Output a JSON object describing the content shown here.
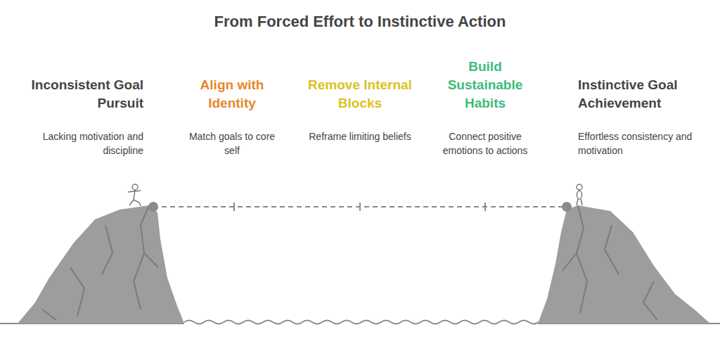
{
  "diagram": {
    "title": "From Forced Effort to Instinctive Action",
    "labels": [
      "Inconsistent Goal Pursuit",
      "Lacking motivation and discipline",
      "Align with Identity",
      "Match goals to core self",
      "Remove Internal Blocks",
      "Reframe limiting beliefs",
      "Build Sustainable Habits",
      "Connect positive emotions to actions",
      "Instinctive Goal Achievement",
      "Effortless consistency and motivation"
    ]
  }
}
